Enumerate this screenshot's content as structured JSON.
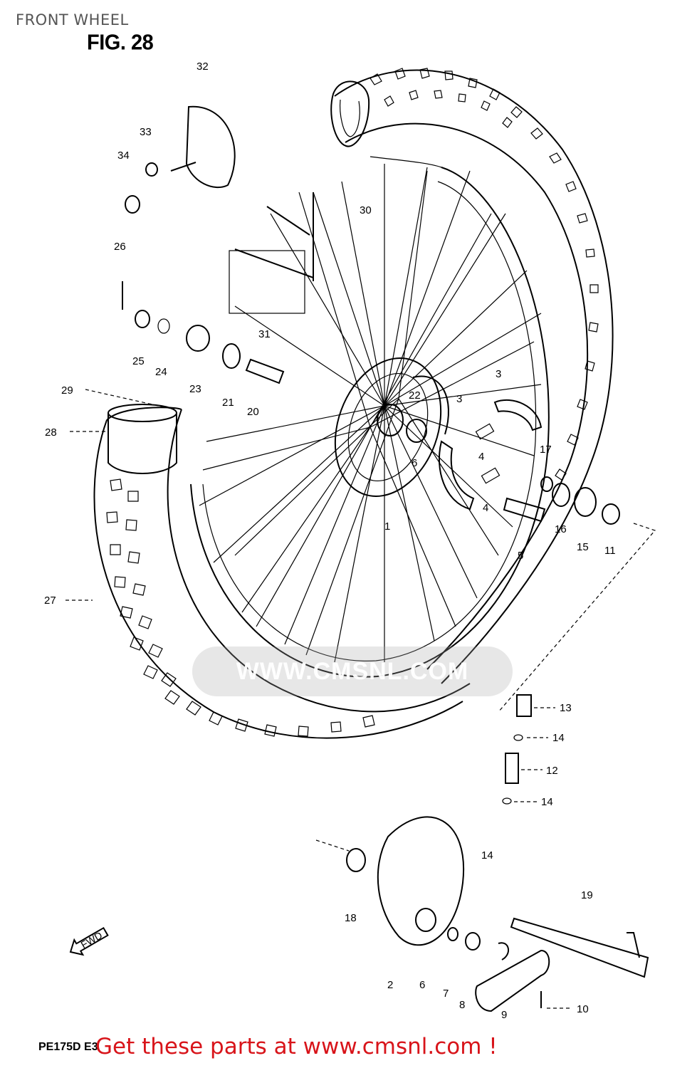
{
  "header": {
    "title": "FRONT WHEEL"
  },
  "figure": {
    "label": "FIG. 28"
  },
  "callouts": {
    "c1": "1",
    "c2": "2",
    "c3a": "3",
    "c3b": "3",
    "c4a": "4",
    "c4b": "4",
    "c5": "5",
    "c6": "6",
    "c6b": "6",
    "c7": "7",
    "c8": "8",
    "c9": "9",
    "c10": "10",
    "c11": "11",
    "c12": "12",
    "c13": "13",
    "c14a": "14",
    "c14b": "14",
    "c14c": "14",
    "c15": "15",
    "c16": "16",
    "c17": "17",
    "c18": "18",
    "c19": "19",
    "c20": "20",
    "c21": "21",
    "c22": "22",
    "c23": "23",
    "c24": "24",
    "c25": "25",
    "c26": "26",
    "c27": "27",
    "c28": "28",
    "c29": "29",
    "c30": "30",
    "c31": "31",
    "c32": "32",
    "c33": "33",
    "c34": "34"
  },
  "fwd_label": "FWD",
  "watermark": {
    "text": "WWW.CMSNL.COM"
  },
  "footer": {
    "model_code": "PE175D E3",
    "link_text": "Get these parts at www.cmsnl.com !"
  },
  "colors": {
    "link": "#d8141a",
    "line": "#000000",
    "header": "#555555"
  }
}
